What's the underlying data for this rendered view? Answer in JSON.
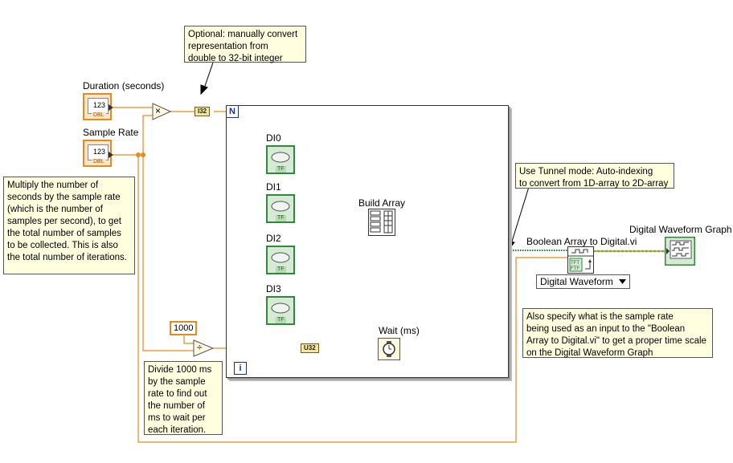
{
  "labels": {
    "duration": "Duration (seconds)",
    "sample_rate": "Sample Rate",
    "di0": "DI0",
    "di1": "DI1",
    "di2": "DI2",
    "di3": "DI3",
    "build_array": "Build Array",
    "wait": "Wait (ms)",
    "bool_to_digital": "Boolean Array to Digital.vi",
    "graph": "Digital Waveform Graph",
    "dropdown": "Digital Waveform"
  },
  "terminals": {
    "numeric_text": "123",
    "dbl_tag": "DBL",
    "tf_tag": "TF",
    "i32": "I32",
    "u32": "U32",
    "loop_count": "N",
    "loop_iteration": "i",
    "const_1000": "1000",
    "multiply": "×",
    "divide": "÷"
  },
  "notes": {
    "convert": "Optional: manually convert\nrepresentation from\ndouble to 32-bit integer",
    "multiply": "Multiply the number of\nseconds by the sample rate\n(which is the number of\nsamples per second), to get\nthe total number of samples\nto be collected. This is also\nthe total number of iterations.",
    "tunnel": "Use Tunnel mode: Auto-indexing\nto convert from 1D-array to 2D-array",
    "divide": "Divide 1000 ms\nby the sample\nrate to find out\nthe number of\nms to wait per\neach iteration.",
    "rate": "Also specify what is the sample rate\nbeing used as an input to the \"Boolean\nArray to Digital.vi\" to get a proper time scale\non the Digital Waveform Graph"
  },
  "colors": {
    "numeric_wire": "#e58a1f",
    "int_wire": "#1a2f8a",
    "bool_wire": "#1d7a2a",
    "digital_wire": "#9a8a2a"
  }
}
